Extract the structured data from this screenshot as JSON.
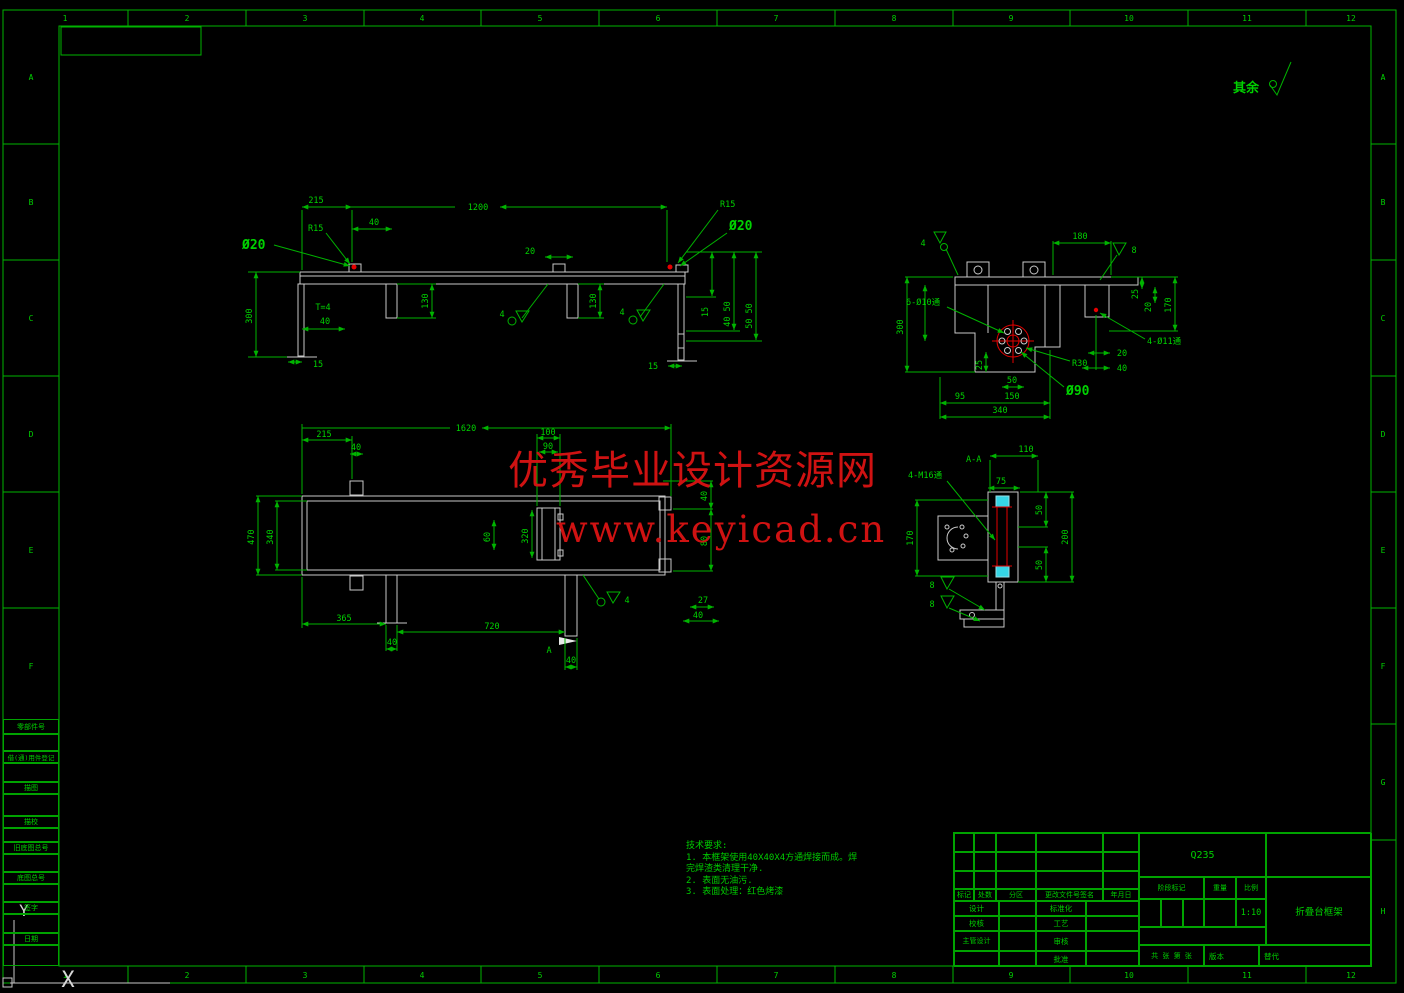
{
  "frame": {
    "cols": [
      "1",
      "2",
      "3",
      "4",
      "5",
      "6",
      "7",
      "8",
      "9",
      "10",
      "11",
      "12"
    ],
    "rows": [
      "A",
      "B",
      "C",
      "D",
      "E",
      "F",
      "G",
      "H"
    ]
  },
  "corner": {
    "note": "其余"
  },
  "watermark": {
    "line1": "优秀毕业设计资源网",
    "line2": "www.keyicad.cn"
  },
  "tech": {
    "title": "技术要求:",
    "line1": "1. 本框架使用40X40X4方通焊接而成。焊",
    "line2": "完焊渣类清理干净.",
    "line3": "2. 表面无油污.",
    "line4": "3. 表面处理：红色烤漆"
  },
  "front": {
    "d215": "215",
    "d1200": "1200",
    "d40_top": "40",
    "r15_left": "R15",
    "dia20_left": "Ø20",
    "d20_tab": "20",
    "r15_right": "R15",
    "dia20_right": "Ø20",
    "d300": "300",
    "t4": "T=4",
    "d40_left": "40",
    "d130_a": "130",
    "d130_b": "130",
    "d15_left": "15",
    "d15_right": "15",
    "dv1": "15",
    "dv2": "40 50",
    "dv3": "50 50",
    "weld_a": "4",
    "weld_b": "4"
  },
  "plan": {
    "d1620": "1620",
    "d215": "215",
    "d40_a": "40",
    "d100": "100",
    "d90": "90",
    "d320": "320",
    "d60": "60",
    "d340": "340",
    "d470": "470",
    "d365": "365",
    "d40_b": "40",
    "d720": "720",
    "d40_c": "40",
    "d27": "27",
    "d40_d": "40",
    "d40_e": "40",
    "d80": "80",
    "weld": "4",
    "section": "A"
  },
  "bracket": {
    "d180": "180",
    "weld_left": "4",
    "weld_right": "8",
    "d300": "300",
    "bolt_callout": "6-Ø10通",
    "r30": "R30",
    "dia90": "Ø90",
    "holes_callout": "4-Ø11通",
    "d170": "170",
    "d25_r": "25",
    "d20_r": "20",
    "d20_b": "20",
    "d40_b": "40",
    "d50": "50",
    "d25_b": "25",
    "d95": "95",
    "d150": "150",
    "d340": "340"
  },
  "section": {
    "title": "A-A",
    "d110": "110",
    "callout": "4-M16通",
    "d75": "75",
    "d170": "170",
    "d200": "200",
    "d50_a": "50",
    "d50_b": "50",
    "weld_a": "8",
    "weld_b": "8"
  },
  "title_block": {
    "material": "Q235",
    "scale": "1:10",
    "part_name": "折叠台框架",
    "rev_headers": [
      "标记",
      "处数",
      "分区",
      "更改文件号签名",
      "年月日"
    ],
    "sig_left": [
      "设计",
      "校核",
      "主管设计"
    ],
    "sig_right": [
      "标准化",
      "工艺",
      "审核",
      "批准"
    ],
    "stage": "阶段标记",
    "weight": "重量",
    "ratio": "比例",
    "sheet": "共 张 第 张",
    "version": "版本",
    "replace": "替代"
  },
  "margin": {
    "labels": [
      "零部件号",
      "借(通)用件登记",
      "描图",
      "描校",
      "旧底图总号",
      "底图总号",
      "签字",
      "日期"
    ]
  },
  "ucs": {
    "x": "X",
    "y": "Y"
  },
  "colors": {
    "line_green": "#00b300",
    "part_gray": "#c9c9c9",
    "accent_red": "#e60000",
    "highlight_cyan": "#35d5e5",
    "watermark_red": "#cf1212"
  }
}
